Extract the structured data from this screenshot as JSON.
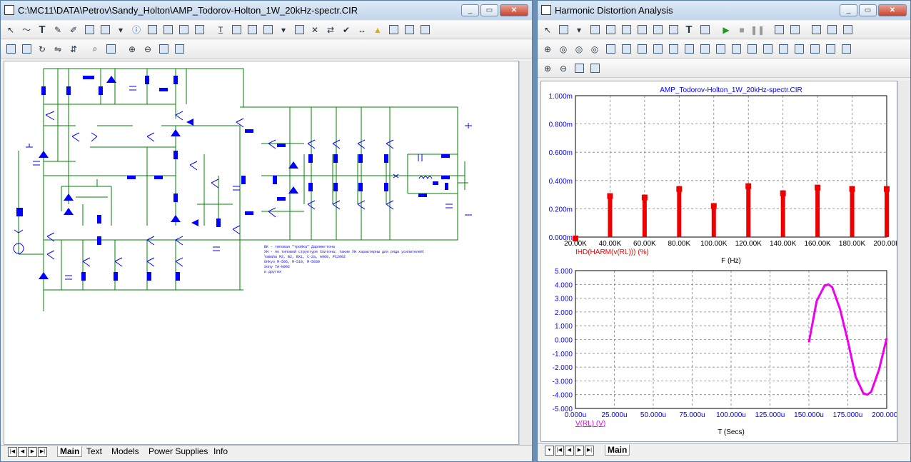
{
  "left_window": {
    "title": "C:\\MC11\\DATA\\Petrov\\Sandy_Holton\\AMP_Todorov-Holton_1W_20kHz-spectr.CIR",
    "tabs": [
      "Main",
      "Text",
      "Models",
      "Power Supplies",
      "Info"
    ],
    "notes": [
      "БК - типовая \"тройка\" Дарлингтона",
      "УН - по типовой структуре Холтона: такие УН характерны для ряда усилителей:",
      "Yamaha M2, B2, BX1, C-2a, A960, PC2002",
      "Onkyo M-506, M-510, M-5030",
      "Sony TA-N902",
      "и других"
    ]
  },
  "right_window": {
    "title": "Harmonic Distortion Analysis",
    "tabs": [
      "Main"
    ]
  },
  "colors": {
    "wire": "#008000",
    "component": "#0000ff",
    "grid": "#808080",
    "bar": "#ee0000",
    "wave": "#ee00ee",
    "axis_text": "#0000ff"
  },
  "chart_data": [
    {
      "type": "bar",
      "title": "AMP_Todorov-Holton_1W_20kHz-spectr.CIR",
      "xlabel": "F (Hz)",
      "ylabel": "IHD(HARM(v(RL))) (%)",
      "x": [
        20000,
        40000,
        60000,
        80000,
        100000,
        120000,
        140000,
        160000,
        180000,
        200000
      ],
      "values": [
        0.01,
        0.31,
        0.3,
        0.36,
        0.24,
        0.38,
        0.33,
        0.37,
        0.36,
        0.36
      ],
      "xlim": [
        20000,
        200000
      ],
      "ylim": [
        0,
        1.0
      ],
      "xtick_labels": [
        "20.00K",
        "40.00K",
        "60.00K",
        "80.00K",
        "100.00K",
        "120.00K",
        "140.00K",
        "160.00K",
        "180.00K",
        "200.00K"
      ],
      "ytick_labels": [
        "0.000m",
        "0.200m",
        "0.400m",
        "0.600m",
        "0.800m",
        "1.000m"
      ],
      "grid": true
    },
    {
      "type": "line",
      "xlabel": "T (Secs)",
      "ylabel": "V(RL) (V)",
      "series": [
        {
          "name": "V(RL) (V)",
          "x": [
            150,
            155,
            160,
            162.5,
            165,
            170,
            175,
            180,
            185,
            187.5,
            190,
            195,
            200
          ],
          "y": [
            -0.2,
            2.8,
            3.9,
            4.0,
            3.8,
            2.2,
            -0.1,
            -2.7,
            -3.9,
            -4.0,
            -3.8,
            -2.2,
            0.1
          ]
        }
      ],
      "xlim": [
        0,
        200
      ],
      "ylim": [
        -5,
        5
      ],
      "xtick_labels": [
        "0.000u",
        "25.000u",
        "50.000u",
        "75.000u",
        "100.000u",
        "125.000u",
        "150.000u",
        "175.000u",
        "200.000u"
      ],
      "ytick_labels": [
        "-5.000",
        "-4.000",
        "-3.000",
        "-2.000",
        "-1.000",
        "0.000",
        "1.000",
        "2.000",
        "3.000",
        "4.000",
        "5.000"
      ],
      "grid": true
    }
  ]
}
